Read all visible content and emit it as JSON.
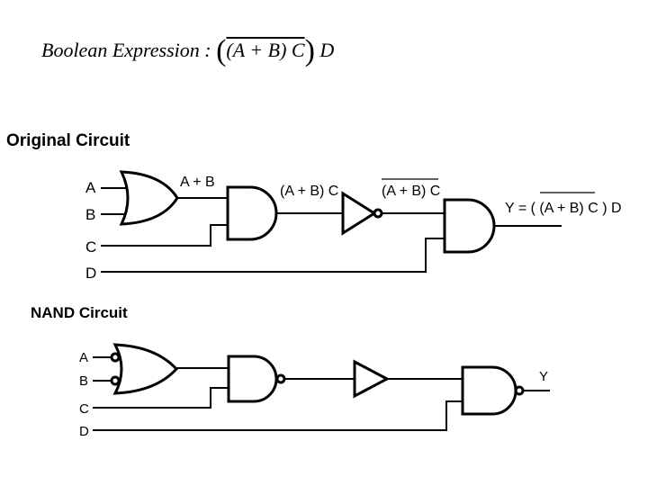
{
  "expression": {
    "label": "Boolean Expression :",
    "open_paren": "(",
    "inner": "(A + B) C",
    "close_paren": ")",
    "tail": " D"
  },
  "original": {
    "heading": "Original Circuit",
    "inputs": [
      "A",
      "B",
      "C",
      "D"
    ],
    "labels": {
      "or_out": "A + B",
      "and_out": "(A + B) C",
      "not_out": "(A + B) C",
      "y_prefix": "Y = ( ",
      "y_over": "(A + B) C",
      "y_suffix": " ) D"
    }
  },
  "nand": {
    "heading": "NAND Circuit",
    "inputs": [
      "A",
      "B",
      "C",
      "D"
    ],
    "output": "Y"
  }
}
